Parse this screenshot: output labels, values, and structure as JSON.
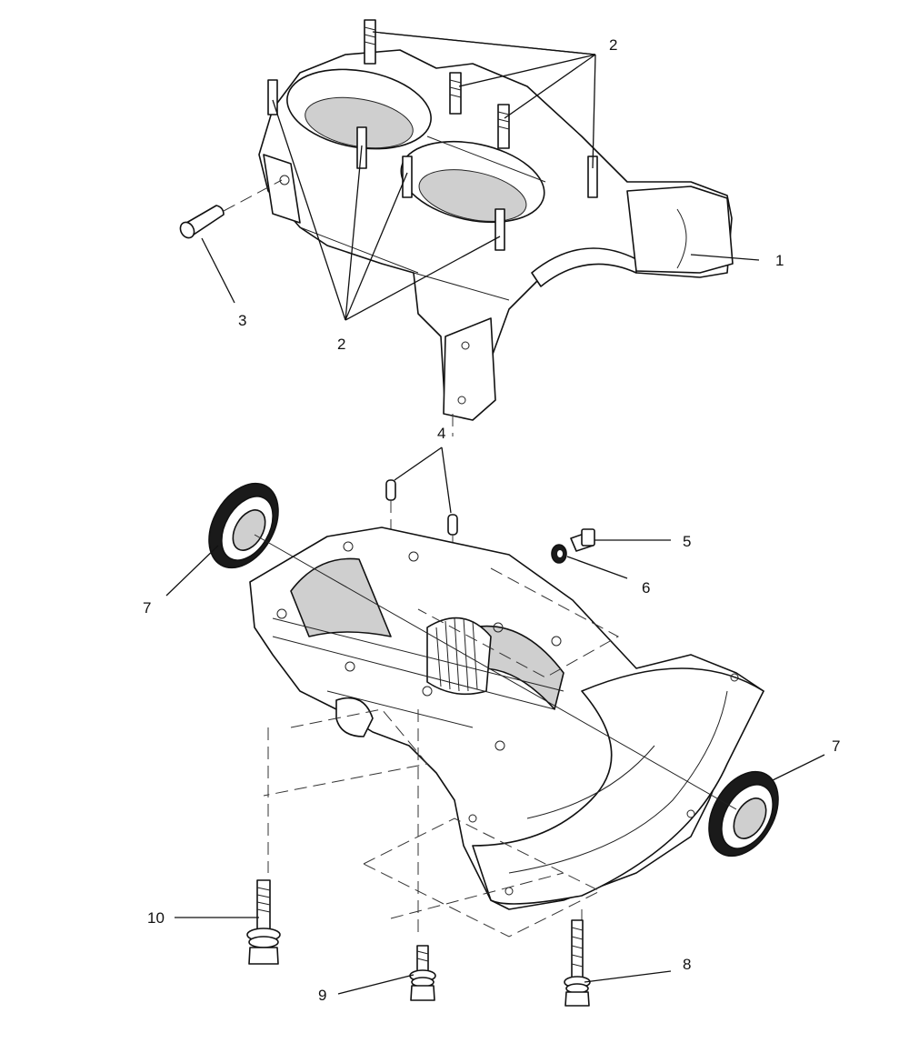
{
  "callouts": {
    "c1": "1",
    "c2a": "2",
    "c2b": "2",
    "c3": "3",
    "c4": "4",
    "c5": "5",
    "c6": "6",
    "c7a": "7",
    "c7b": "7",
    "c8": "8",
    "c9": "9",
    "c10": "10"
  }
}
